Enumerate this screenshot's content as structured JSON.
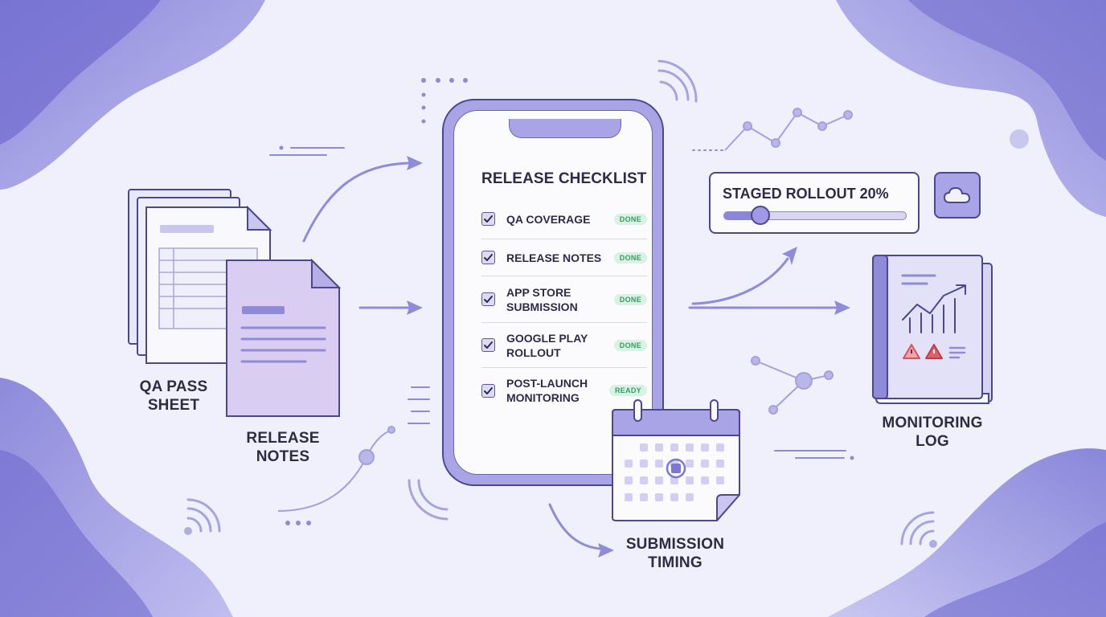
{
  "docs": {
    "qa_sheet": {
      "line1": "QA PASS",
      "line2": "SHEET"
    },
    "release_notes": {
      "line1": "RELEASE",
      "line2": "NOTES"
    }
  },
  "checklist": {
    "title": "RELEASE CHECKLIST",
    "items": [
      {
        "lines": [
          "QA COVERAGE"
        ],
        "status": "DONE"
      },
      {
        "lines": [
          "RELEASE NOTES"
        ],
        "status": "DONE"
      },
      {
        "lines": [
          "APP STORE",
          "SUBMISSION"
        ],
        "status": "DONE"
      },
      {
        "lines": [
          "GOOGLE PLAY",
          "ROLLOUT"
        ],
        "status": "DONE"
      },
      {
        "lines": [
          "POST-LAUNCH",
          "MONITORING"
        ],
        "status": "READY"
      }
    ]
  },
  "calendar": {
    "line1": "SUBMISSION",
    "line2": "TIMING"
  },
  "rollout": {
    "title": "STAGED ROLLOUT 20%",
    "percent": 20
  },
  "monitoring": {
    "line1": "MONITORING",
    "line2": "LOG"
  },
  "colors": {
    "accent": "#8b86d9",
    "accent_dark": "#4b4790",
    "blob": "#8e8ad9",
    "done_text": "#3a9b63",
    "done_bg": "#d9f2e3",
    "warning": "#e0606a"
  },
  "icons": [
    "check-icon",
    "cloud-icon",
    "calendar-icon",
    "warning-icon",
    "chart-icon",
    "wifi-icon",
    "document-icon",
    "spreadsheet-icon"
  ]
}
